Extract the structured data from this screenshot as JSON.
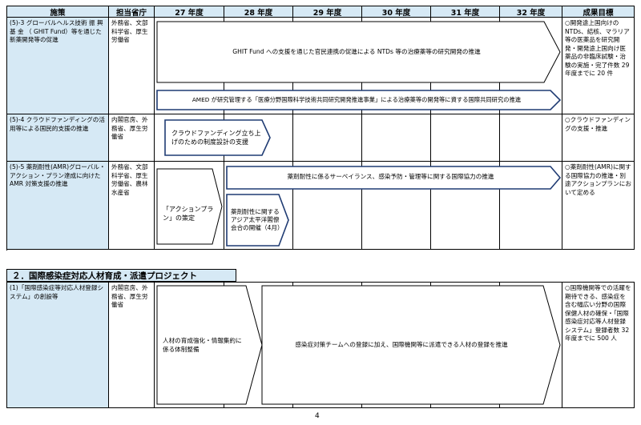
{
  "header": {
    "policy": "施策",
    "ministry": "担当省庁",
    "years": [
      "27 年度",
      "28 年度",
      "29 年度",
      "30 年度",
      "31 年度",
      "32 年度"
    ],
    "results": "成果目標"
  },
  "rows": [
    {
      "policy": "(5)-3 グローバルヘルス技術 振 興 基 金 （ GHIT Fund）等を通じた新薬開発等の促進",
      "ministry": "外務省、文部科学省、厚生労働省",
      "results": "○開発途上国向けの NTDs、結核、マラリア等の医薬品を研究開発・開発途上国向け医薬品の非臨床試験・治験の実施・完了件数 29 年度までに 20 件",
      "arrows": [
        "GHIT Fund への支援を通じた官民連携の促進による NTDs 等の治療薬等の研究開発の推進",
        "AMED が研究管理する「医療分野国際科学技術共同研究開発推進事業」による治療薬等の開発等に資する国際共同研究の推進"
      ]
    },
    {
      "policy": "(5)-4 クラウドファンディングの活用等による国民的支援の推進",
      "ministry": "内閣官房、外務省、厚生労働省",
      "results": "○クラウドファンディングの支援・推進",
      "arrows": [
        "クラウドファンディング立ち上げのための制度設計の支援"
      ]
    },
    {
      "policy": "(5)-5 薬剤耐性(AMR)グローバル・アクション・プラン達成に向けた AMR 対策支援の推進",
      "ministry": "外務省、文部科学省、厚生労働省、農林水産省",
      "results": "○薬剤耐性(AMR)に関する国際協力の推進・別途アクションプランにおいて定める",
      "arrows": [
        "薬剤耐性に係るサーベイランス、感染予防・管理等に関する国際協力の推進",
        "「アクションプラン」の策定",
        "薬剤耐性に関するアジア太平洋閣僚会合の開催（4月）"
      ]
    }
  ],
  "section2": {
    "title": "２．国際感染症対応人材育成・派遣プロジェクト",
    "row": {
      "policy": "(1)「国際感染症等対応人材登録システム」の創設等",
      "ministry": "内閣官房、外務省、厚生労働省",
      "results": "○国際機関等での活躍を期待できる、感染症を含む幅広い分野の国際保健人材の確保・「国際感染症対応等人材登録システム」登録者数 32 年度までに 500 人",
      "arrows": [
        "人材の育成強化・情報集約に係る体制整備",
        "感染症対策チームへの登録に加え、国際機関等に派遣できる人材の登録を推進"
      ]
    }
  },
  "page_number": "4"
}
